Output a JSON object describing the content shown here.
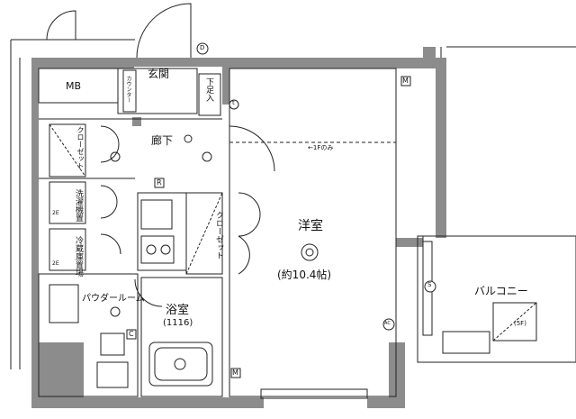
{
  "rooms": {
    "mb": "MB",
    "entrance": "玄関",
    "counter": "カウンター",
    "shoe_storage": "下足入",
    "hallway": "廊下",
    "closet_left": "クローゼット",
    "closet_mid": "クローゼット",
    "washer": "洗濯機置",
    "fridge": "冷蔵庫置場",
    "powder_room": "パウダールーム",
    "bathroom": "浴室",
    "bath_size": "(1116)",
    "western_room": "洋室",
    "western_size": "(約10.4帖)",
    "loft_note": "←1Fのみ",
    "balcony": "バルコニー",
    "ladder_note": "(5F)"
  },
  "markers": {
    "d": "D",
    "r": "R",
    "c": "C",
    "m_top": "M",
    "m_bottom": "M",
    "s": "S",
    "ac": "AC",
    "t": "t",
    "sub_2e_washer": "2E",
    "sub_2e_fridge": "2E"
  },
  "colors": {
    "wall": "#8c8c8c",
    "line": "#222222",
    "background": "#ffffff"
  }
}
